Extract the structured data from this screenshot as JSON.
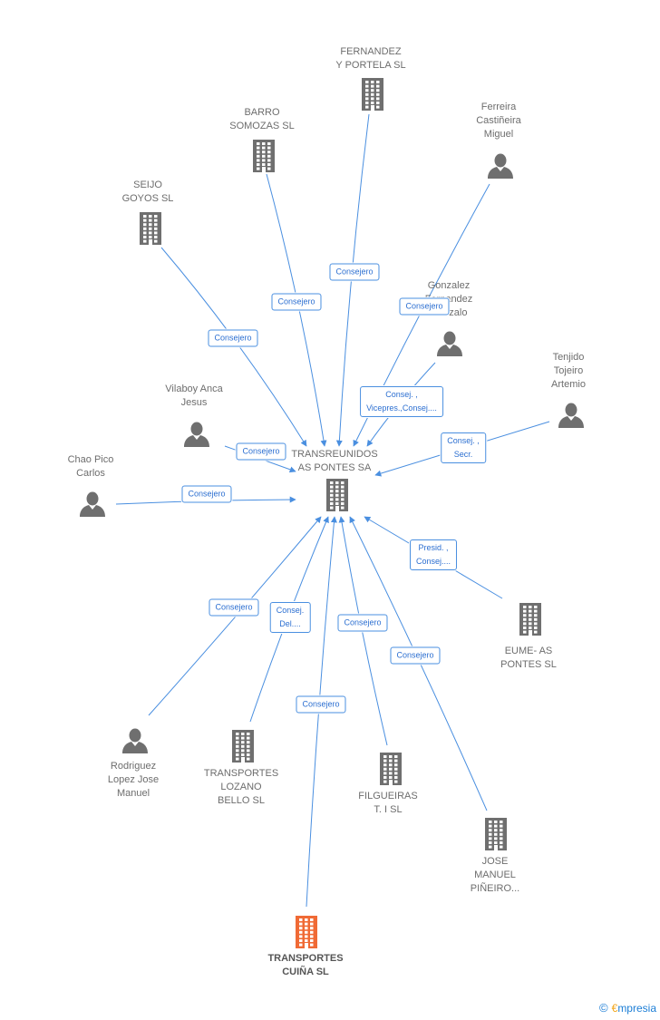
{
  "center": {
    "label": "TRANSREUNIDOS\nAS PONTES SA"
  },
  "nodes": [
    {
      "id": "fernandez",
      "label": "FERNANDEZ\nY PORTELA  SL",
      "type": "company"
    },
    {
      "id": "barro",
      "label": "BARRO\nSOMOZAS  SL",
      "type": "company"
    },
    {
      "id": "ferreira",
      "label": "Ferreira\nCastiñeira\nMiguel",
      "type": "person"
    },
    {
      "id": "seijo",
      "label": "SEIJO\nGOYOS SL",
      "type": "company"
    },
    {
      "id": "gonzalez",
      "label": "Gonzalez\nFernandez\nGonzalo",
      "type": "person"
    },
    {
      "id": "tenjido",
      "label": "Tenjido\nTojeiro\nArtemio",
      "type": "person"
    },
    {
      "id": "vilaboy",
      "label": "Vilaboy Anca\nJesus",
      "type": "person"
    },
    {
      "id": "chao",
      "label": "Chao Pico\nCarlos",
      "type": "person"
    },
    {
      "id": "eume",
      "label": "EUME- AS\nPONTES  SL",
      "type": "company"
    },
    {
      "id": "rodriguez",
      "label": "Rodriguez\nLopez Jose\nManuel",
      "type": "person"
    },
    {
      "id": "lozano",
      "label": "TRANSPORTES\nLOZANO\nBELLO  SL",
      "type": "company"
    },
    {
      "id": "filgueiras",
      "label": "FILGUEIRAS\nT.  I SL",
      "type": "company"
    },
    {
      "id": "pineiro",
      "label": "JOSE\nMANUEL\nPIÑEIRO...",
      "type": "company"
    },
    {
      "id": "cuna",
      "label": "TRANSPORTES\nCUIÑA SL",
      "type": "company",
      "highlight": true
    }
  ],
  "edges": [
    {
      "from": "fernandez",
      "label": "Consejero"
    },
    {
      "from": "barro",
      "label": "Consejero"
    },
    {
      "from": "ferreira",
      "label": "Consejero"
    },
    {
      "from": "seijo",
      "label": "Consejero"
    },
    {
      "from": "gonzalez",
      "label": "Consej. ,\nVicepres.,Consej...."
    },
    {
      "from": "tenjido",
      "label": "Consej. ,\nSecr."
    },
    {
      "from": "vilaboy",
      "label": "Consejero"
    },
    {
      "from": "chao",
      "label": "Consejero"
    },
    {
      "from": "eume",
      "label": "Presid. ,\nConsej...."
    },
    {
      "from": "rodriguez",
      "label": "Consejero"
    },
    {
      "from": "lozano",
      "label": "Consej.\nDel...."
    },
    {
      "from": "filgueiras",
      "label": "Consejero"
    },
    {
      "from": "pineiro",
      "label": "Consejero"
    },
    {
      "from": "cuna",
      "label": "Consejero"
    }
  ],
  "colors": {
    "edge": "#4a8fe0",
    "node_icon": "#6f6f6f",
    "highlight_icon": "#f06a35"
  },
  "footer": {
    "copyright": "©",
    "brand_first": "€",
    "brand_rest": "mpresia"
  }
}
